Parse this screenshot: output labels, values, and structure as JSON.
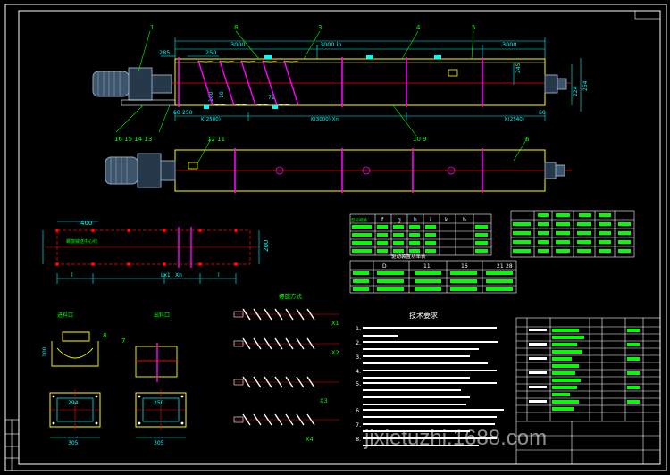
{
  "colors": {
    "background": "#000000",
    "frame": "#ffffff",
    "body": "#ffff00",
    "dimension": "#00ffff",
    "center": "#ff0000",
    "flange": "#ff00ff",
    "leader": "#00ff00",
    "motor": "#8fa4b8"
  },
  "top_view": {
    "balloons": [
      "1",
      "8",
      "3",
      "4",
      "5"
    ],
    "dims": {
      "d3000a": "3000",
      "d3000b": "3000 ln",
      "d3000c": "3000",
      "d285": "285",
      "d250": "250",
      "d100": "100",
      "d10": "10",
      "d254": "254",
      "d224": "224",
      "d60a": "60",
      "d60b": "60",
      "d250b": "250",
      "dk1": "K(2500)",
      "dk2": "K(3000) Xn",
      "dk3": "K(2540)",
      "d245": "245",
      "d71": "71"
    },
    "bottom_numbers": "16 15 14 13",
    "mid_numbers": "12 11",
    "right_numbers": "10 9",
    "side_num": "6"
  },
  "layout_plan": {
    "dim_400": "400",
    "dim_200": "200",
    "label_inner": "螺旋输送中心线",
    "dims_bottom": [
      "l",
      "Lx1",
      "Xn",
      "l"
    ]
  },
  "section_views": {
    "inlet_label": "进料口",
    "outlet_label": "出料口",
    "inlet_num": "8",
    "outlet_num": "7",
    "dim_100": "100",
    "dim_294": "294",
    "dim_250": "250",
    "dim_305a": "305",
    "dim_305b": "305"
  },
  "spiral_forms": {
    "title": "螺旋方式",
    "labels": [
      "X1",
      "X2",
      "X3",
      "X4"
    ]
  },
  "table_dims": {
    "headers": [
      "型号规格",
      "f",
      "g",
      "h",
      "i",
      "k",
      "b"
    ]
  },
  "table_small": {
    "title": "驱动装置功率表",
    "headers": [
      "D",
      "11",
      "16",
      "21",
      "28"
    ]
  },
  "tech_requirements": {
    "title": "技术要求",
    "items": [
      "1.",
      "2.",
      "3.",
      "4.",
      "5.",
      "6.",
      "7.",
      "8."
    ]
  },
  "watermark": "jixietuzhi.1688.com"
}
